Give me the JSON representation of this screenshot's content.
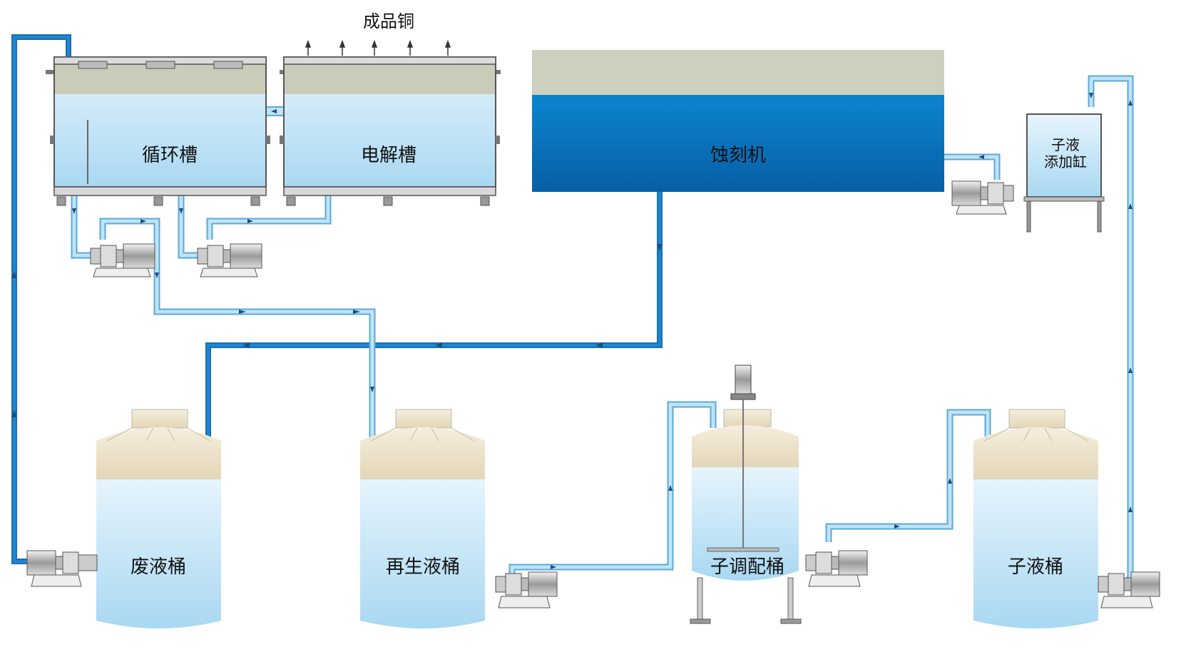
{
  "labels": {
    "product": "成品铜",
    "circ_tank": "循环槽",
    "electrolysis_tank": "电解槽",
    "etcher": "蚀刻机",
    "add_tank_line1": "子液",
    "add_tank_line2": "添加缸",
    "waste_bucket": "废液桶",
    "regen_bucket": "再生液桶",
    "mix_bucket": "子调配桶",
    "sub_bucket": "子液桶"
  },
  "colors": {
    "pipe_light": "#8ec8e8",
    "pipe_dark": "#1a6fb5",
    "liquid_light": "#cfe9f8",
    "etcher_blue": "#0a6db5",
    "headspace": "#c9ccb9",
    "tank_cap": "#efe5cf"
  }
}
